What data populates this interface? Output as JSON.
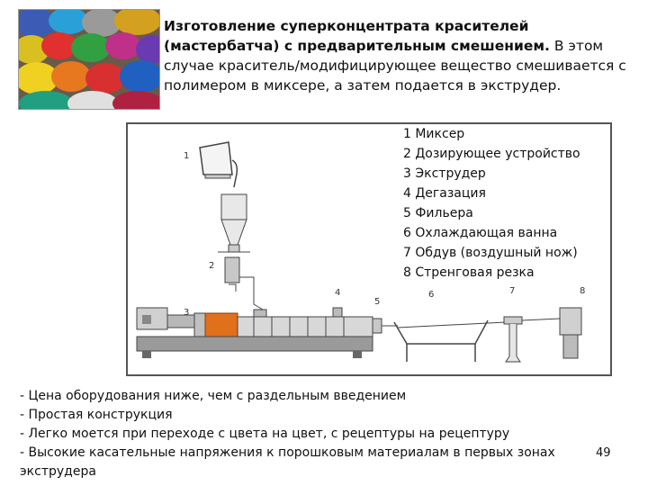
{
  "title": {
    "bold_text": "Изготовление суперконцентрата красителей (мастербатча) с предварительным смешением.",
    "regular_text": " В этом случае краситель/модифицирующее вещество смешивается с полимером в миксере, а затем подается в экструдер."
  },
  "legend": [
    "1 Миксер",
    "2 Дозирующее устройство",
    "3 Экструдер",
    "4 Дегазация",
    "5 Фильера",
    "6 Охлаждающая ванна",
    "7 Обдув (воздушный нож)",
    "8 Стренговая резка"
  ],
  "diagram_numbers": [
    "1",
    "2",
    "3",
    "4",
    "5",
    "6",
    "7",
    "8"
  ],
  "bullets": [
    "- Цена оборудования ниже,  чем с раздельным введением",
    "- Простая конструкция",
    "- Легко моется при переходе с цвета на цвет, с рецептуры на рецептуру",
    "- Высокие касательные напряжения к порошковым материалам в первых зонах экструдера"
  ],
  "page_number": "49",
  "colors": {
    "extruder_orange": "#e0701c",
    "machine_gray": "#b8b8b8",
    "frame_border": "#555555"
  }
}
